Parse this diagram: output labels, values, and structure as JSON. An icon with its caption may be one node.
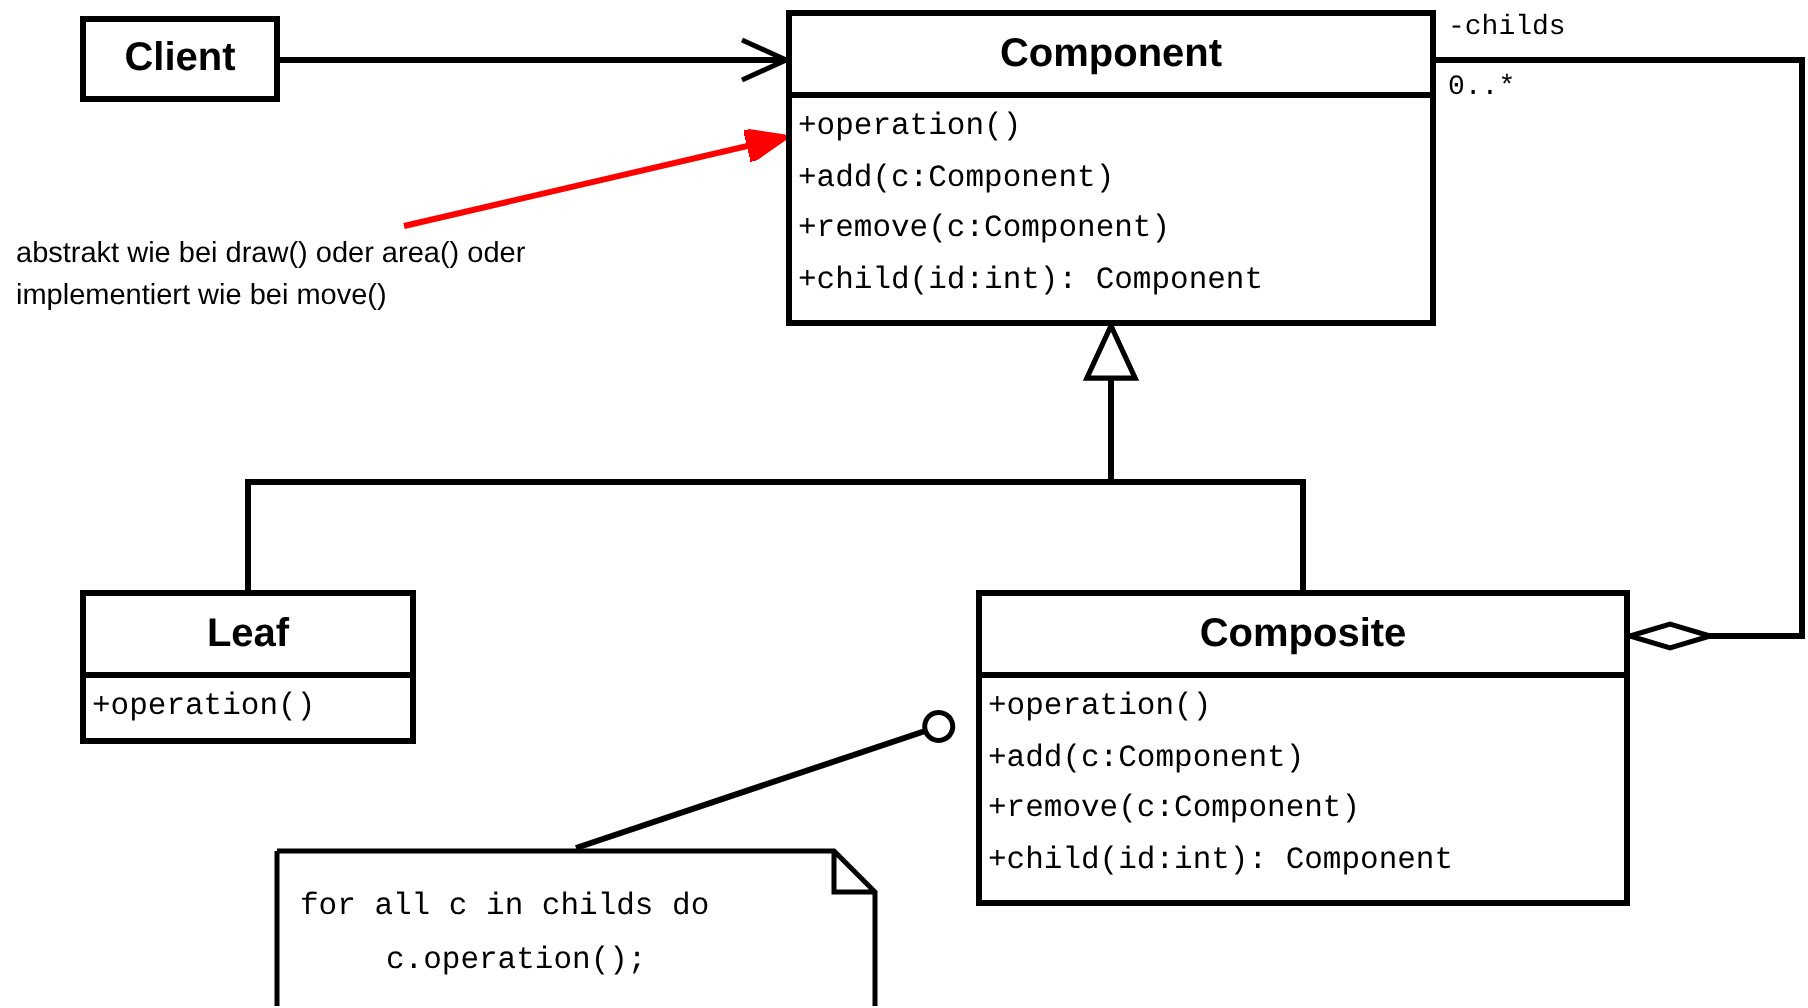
{
  "diagram": {
    "nodes": [
      {
        "text": [
          "Client"
        ]
      },
      {
        "text": [
          "Component",
          "+operation()",
          "+add(c:Component)",
          "+remove(c:Component)",
          "+child(id:int): Component"
        ]
      },
      {
        "text": [
          "abstrakt wie bei draw() oder area() oder implementiert wie bei move()"
        ]
      },
      {
        "text": [
          "Leaf",
          "+operation()"
        ]
      },
      {
        "text": [
          "Composite",
          "+operation()",
          "+add(c:Component)",
          "+remove(c:Component)",
          "+child(id:int): Component"
        ]
      },
      {
        "text": [
          "for all c in childs do c.operation();"
        ]
      }
    ],
    "edges": [
      {
        "from": 0,
        "to": 1,
        "arrow": "to"
      },
      {
        "from": 2,
        "to": 1,
        "arrow": "to",
        "color": "#ff0000"
      },
      {
        "from": 3,
        "to": 1,
        "arrow": "to"
      },
      {
        "from": 4,
        "to": 1,
        "arrow": "to"
      },
      {
        "from": 4,
        "to": 1,
        "arrow": "other",
        "label": "-childs"
      },
      {
        "from": 5,
        "to": 4,
        "arrow": "other"
      }
    ],
    "labels": [
      "0..*"
    ]
  }
}
